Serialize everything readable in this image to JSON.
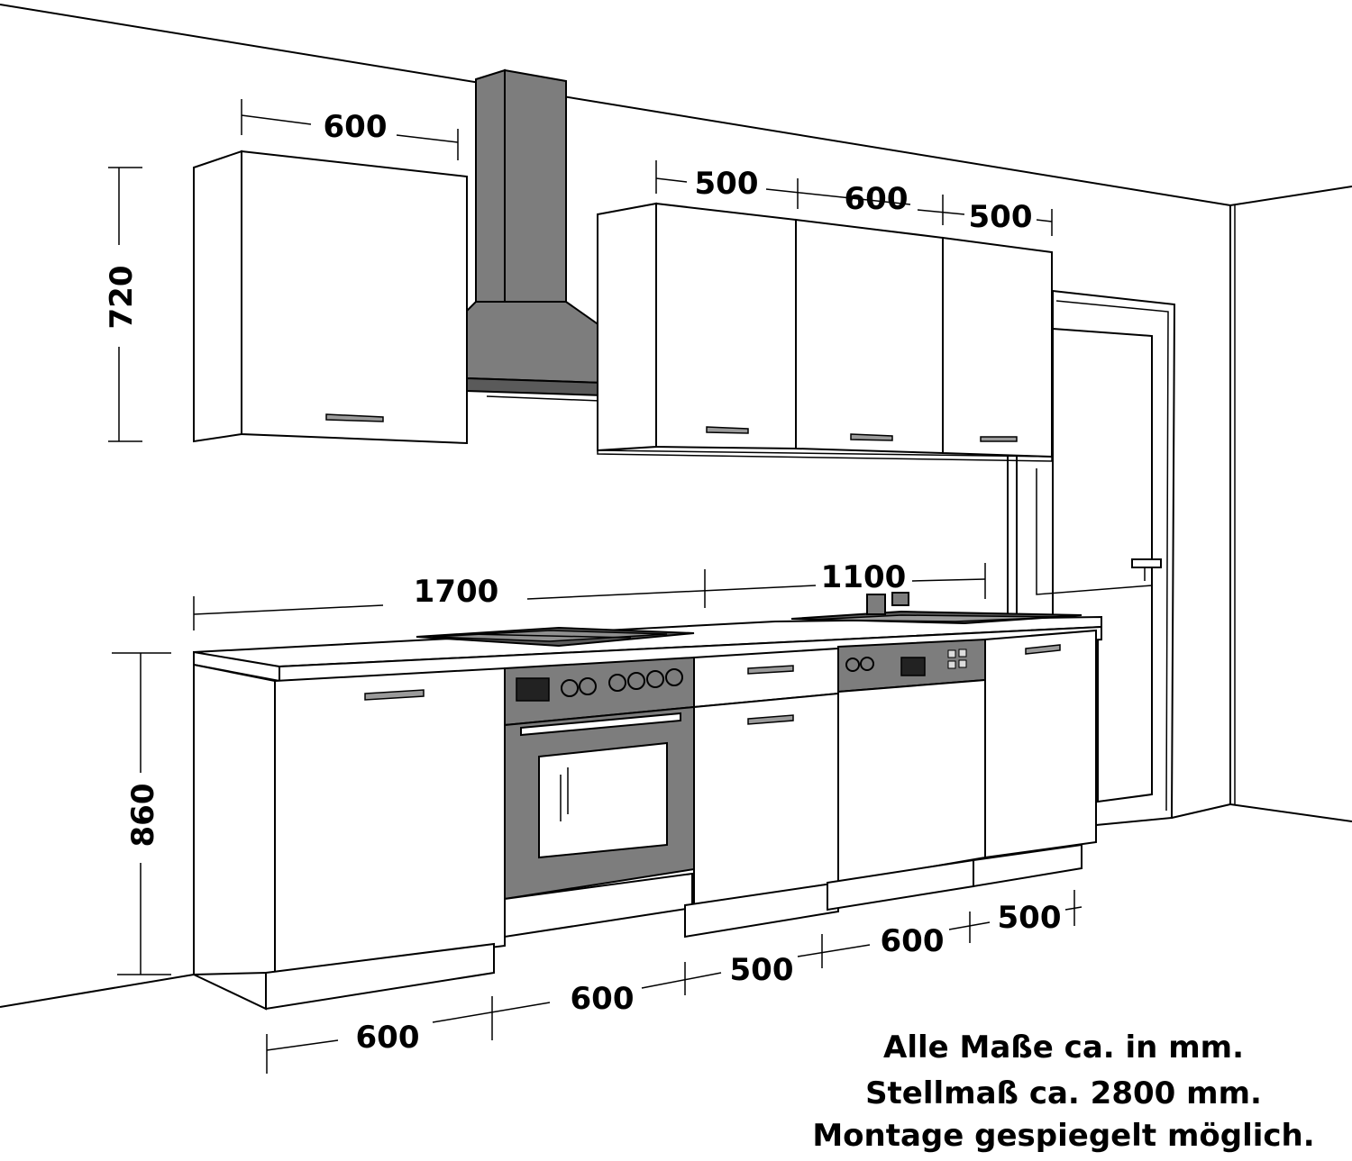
{
  "dimensions": {
    "upper_left_width": "600",
    "upper_height": "720",
    "upper_right_1": "500",
    "upper_right_2": "600",
    "upper_right_3": "500",
    "counter_left": "1700",
    "counter_right": "1100",
    "base_height": "860",
    "base_1": "600",
    "base_2": "600",
    "base_3": "500",
    "base_4": "600",
    "base_5": "500"
  },
  "notes": {
    "line1": "Alle Maße ca. in mm.",
    "line2": "Stellmaß ca. 2800 mm.",
    "line3": "Montage gespiegelt möglich."
  },
  "colors": {
    "steel": "#7d7d7d",
    "line": "#000000",
    "background": "#ffffff"
  }
}
